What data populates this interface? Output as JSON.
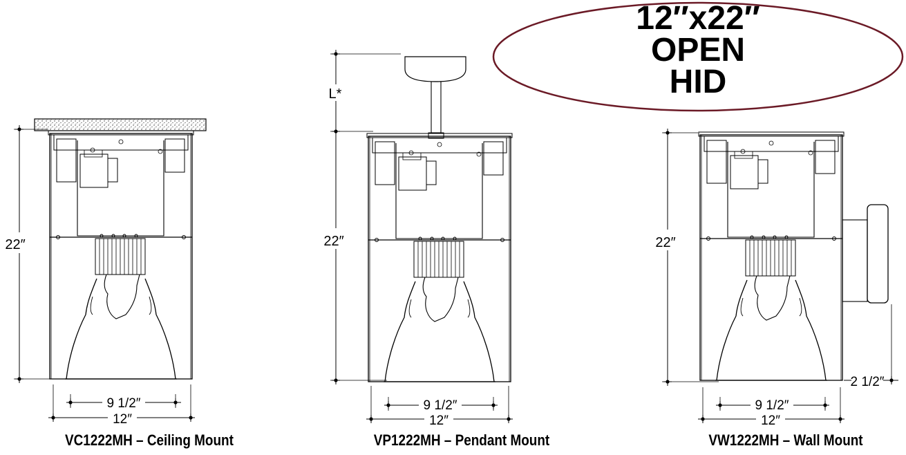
{
  "badge": {
    "line1": "12″x22″",
    "line2": "OPEN",
    "line3": "HID",
    "stroke_color": "#6b1a26"
  },
  "views": [
    {
      "caption": "VC1222MH – Ceiling Mount",
      "height_label": "22″",
      "inner_width_label": "9 1/2″",
      "outer_width_label": "12″"
    },
    {
      "caption": "VP1222MH – Pendant Mount",
      "height_label": "22″",
      "stem_label": "L*",
      "inner_width_label": "9 1/2″",
      "outer_width_label": "12″"
    },
    {
      "caption": "VW1222MH – Wall Mount",
      "height_label": "22″",
      "depth_label": "2 1/2″",
      "inner_width_label": "9 1/2″",
      "outer_width_label": "12″"
    }
  ]
}
